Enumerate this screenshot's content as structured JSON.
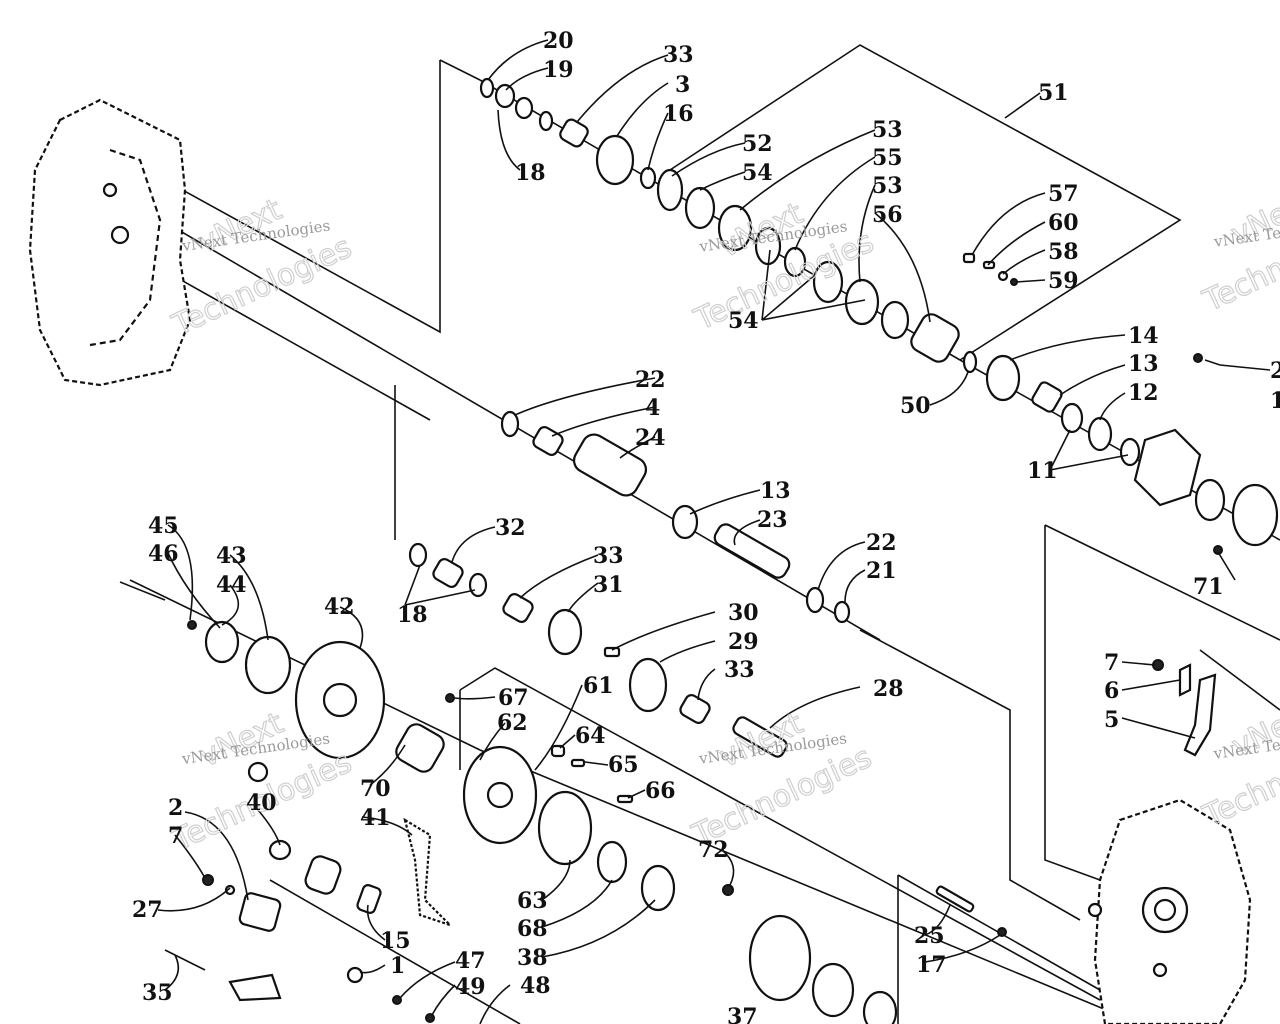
{
  "watermark": {
    "brand": "vNext",
    "company": "vNext Technologies",
    "word": "Technologies"
  },
  "callouts": [
    "20",
    "19",
    "33",
    "3",
    "16",
    "18",
    "52",
    "54",
    "51",
    "53",
    "55",
    "53",
    "56",
    "57",
    "60",
    "58",
    "59",
    "54",
    "14",
    "13",
    "12",
    "50",
    "11",
    "2",
    "1",
    "71",
    "22",
    "4",
    "24",
    "13",
    "23",
    "32",
    "18",
    "33",
    "31",
    "22",
    "21",
    "30",
    "29",
    "33",
    "28",
    "45",
    "46",
    "43",
    "44",
    "42",
    "67",
    "61",
    "62",
    "64",
    "65",
    "66",
    "70",
    "2",
    "40",
    "41",
    "7",
    "27",
    "15",
    "63",
    "68",
    "38",
    "72",
    "25",
    "17",
    "35",
    "1",
    "47",
    "49",
    "48",
    "37",
    "7",
    "6",
    "5"
  ]
}
